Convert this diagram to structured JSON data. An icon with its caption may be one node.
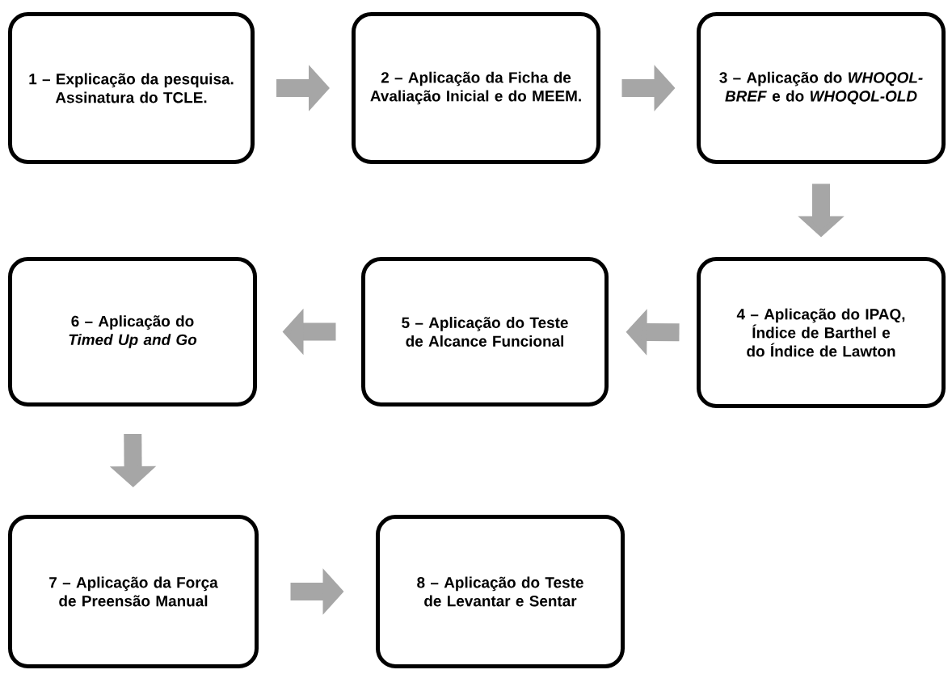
{
  "diagram": {
    "nodes": [
      {
        "text": [
          "1 – Explicação da pesquisa. Assinatura do TCLE."
        ]
      },
      {
        "text": [
          "2 – Aplicação da Ficha de Avaliação Inicial e do MEEM."
        ]
      },
      {
        "text": [
          "3 – Aplicação do *WHOQOL-BREF* e do *WHOQOL-OLD*"
        ]
      },
      {
        "text": [
          "4 – Aplicação do IPAQ, Índice de Barthel e do Índice de Lawton"
        ]
      },
      {
        "text": [
          "5 – Aplicação do Teste de Alcance Funcional"
        ]
      },
      {
        "text": [
          "6 – Aplicação do *Timed Up and Go*"
        ]
      },
      {
        "text": [
          "7 – Aplicação da Força de Preensão Manual"
        ]
      },
      {
        "text": [
          "8 – Aplicação do Teste de Levantar e Sentar"
        ]
      }
    ],
    "edges": [
      {
        "from": 0,
        "to": 1,
        "arrow": "to"
      },
      {
        "from": 1,
        "to": 2,
        "arrow": "to"
      },
      {
        "from": 2,
        "to": 3,
        "arrow": "to"
      },
      {
        "from": 3,
        "to": 4,
        "arrow": "to"
      },
      {
        "from": 4,
        "to": 5,
        "arrow": "to"
      },
      {
        "from": 5,
        "to": 6,
        "arrow": "to"
      },
      {
        "from": 6,
        "to": 7,
        "arrow": "to"
      }
    ]
  }
}
